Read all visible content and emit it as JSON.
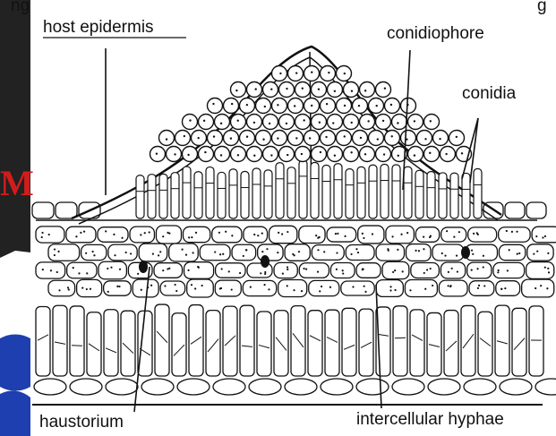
{
  "labels": {
    "host_epidermis": "host epidermis",
    "conidiophore": "conidiophore",
    "conidia": "conidia",
    "haustorium": "haustorium",
    "intercellular_hyphae": "intercellular hyphae"
  },
  "cropped_text": {
    "top_fragment": "ng",
    "top_right_fragment": "g",
    "left_fragment": "M"
  },
  "colors": {
    "ink": "#111111",
    "page_banner": "#222222",
    "left_logo_red": "#d11c1c",
    "left_logo_blue": "#1e3fb0"
  }
}
